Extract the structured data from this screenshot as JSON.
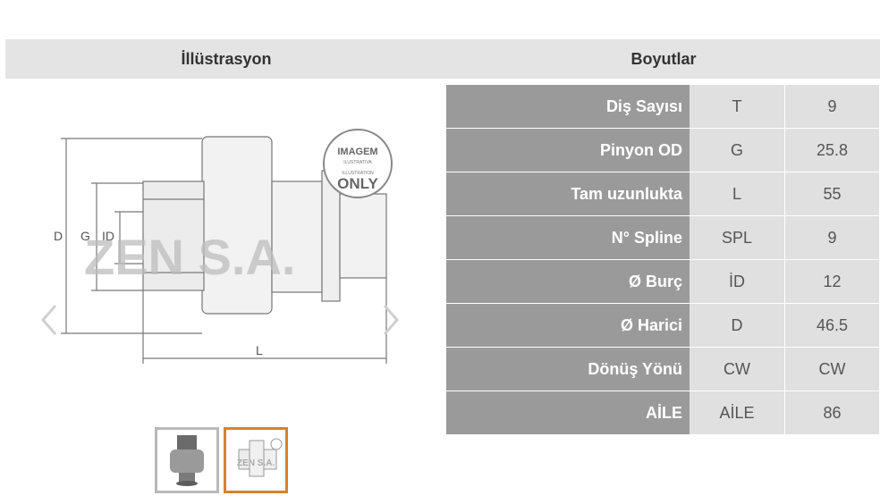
{
  "header": {
    "left_title": "İllüstrasyon",
    "right_title": "Boyutlar"
  },
  "illustration": {
    "watermark_text": "ZEN S.A.",
    "stamp_top": "IMAGEM",
    "stamp_sub_top": "ILUSTRATIVA",
    "stamp_sub_bottom": "ILLUSTRATION",
    "stamp_bottom": "ONLY",
    "dim_labels": {
      "d": "D",
      "g": "G",
      "id": "ID",
      "l": "L"
    },
    "nav_prev_icon": "chevron-left-icon",
    "nav_next_icon": "chevron-right-icon"
  },
  "thumbnails": [
    {
      "name": "photo-thumbnail",
      "active": false
    },
    {
      "name": "drawing-thumbnail",
      "active": true
    }
  ],
  "specs": [
    {
      "label": "Diş Sayısı",
      "code": "T",
      "value": "9"
    },
    {
      "label": "Pinyon OD",
      "code": "G",
      "value": "25.8"
    },
    {
      "label": "Tam uzunlukta",
      "code": "L",
      "value": "55"
    },
    {
      "label": "N° Spline",
      "code": "SPL",
      "value": "9"
    },
    {
      "label": "Ø Burç",
      "code": "İD",
      "value": "12"
    },
    {
      "label": "Ø Harici",
      "code": "D",
      "value": "46.5"
    },
    {
      "label": "Dönüş Yönü",
      "code": "CW",
      "value": "CW"
    },
    {
      "label": "AİLE",
      "code": "AİLE",
      "value": "86"
    }
  ]
}
